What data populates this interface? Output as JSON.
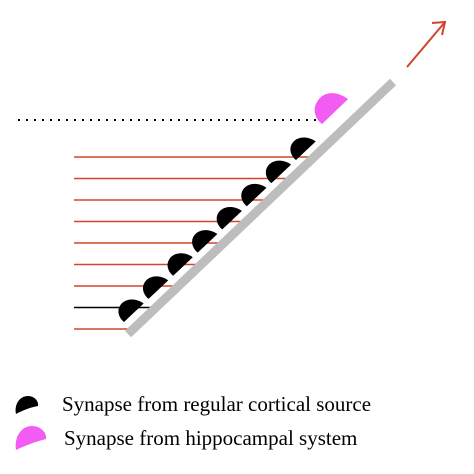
{
  "colors": {
    "fiber_red": "#d2452c",
    "fiber_black": "#000000",
    "dendrite_gray": "#bdbdbd",
    "cortical_synapse": "#000000",
    "hippocampal_synapse": "#f25cf2",
    "arrow": "#d2452c",
    "dotted_line": "#000000"
  },
  "fibers": [
    {
      "color": "red"
    },
    {
      "color": "red"
    },
    {
      "color": "red"
    },
    {
      "color": "red"
    },
    {
      "color": "red"
    },
    {
      "color": "red"
    },
    {
      "color": "red"
    },
    {
      "color": "black"
    },
    {
      "color": "red"
    }
  ],
  "cortical_synapse_count": 8,
  "legend": {
    "cortical": {
      "icon": "black-synapse-icon",
      "label": "Synapse from regular cortical source"
    },
    "hippocampal": {
      "icon": "magenta-synapse-icon",
      "label": "Synapse from hippocampal system"
    }
  }
}
